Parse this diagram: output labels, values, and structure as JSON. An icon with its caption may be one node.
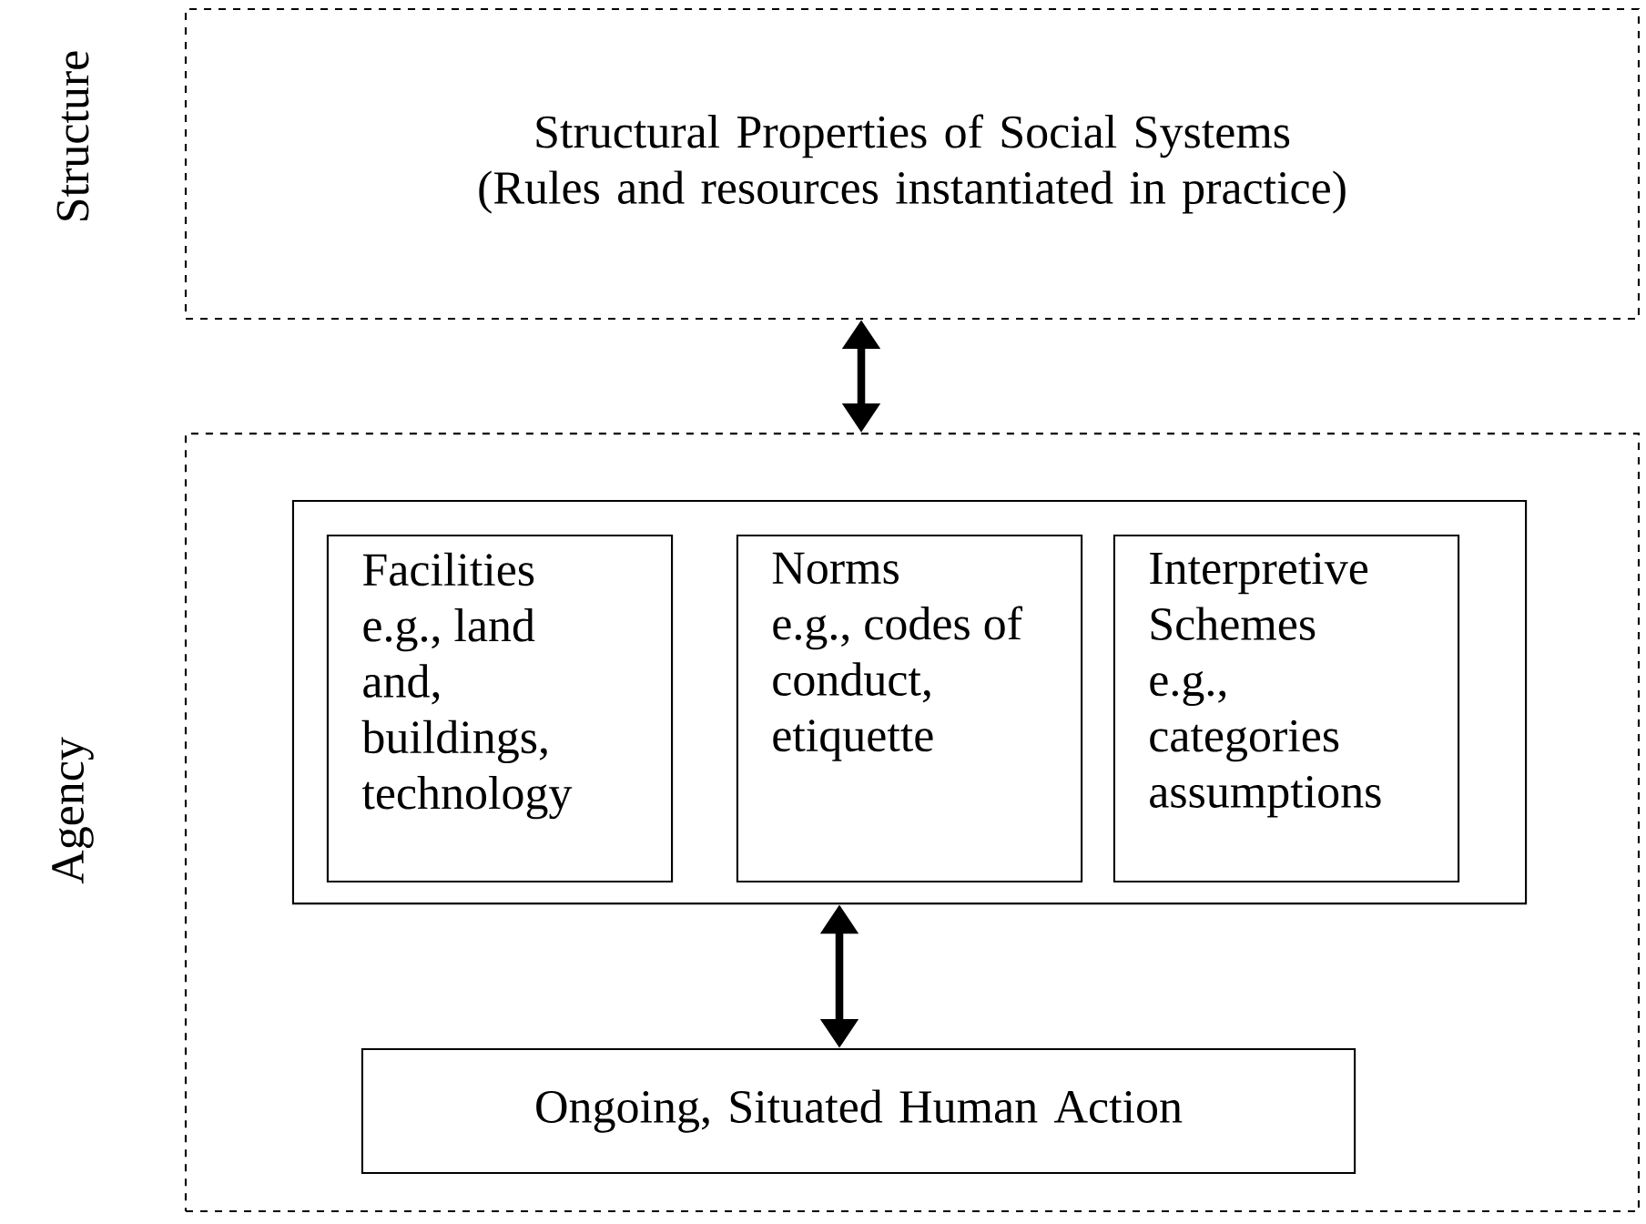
{
  "diagram": {
    "nodes": [
      {
        "text": [
          "Structure",
          "Structural Properties of Social Systems (Rules and resources instantiated in practice)"
        ]
      },
      {
        "text": [
          "Agency"
        ]
      },
      {
        "text": [],
        "shape": "box",
        "in": 1
      },
      {
        "text": [
          "Facilities",
          "e.g., land and, buildings, technology"
        ],
        "in": 2
      },
      {
        "text": [
          "Norms",
          "e.g., codes of conduct, etiquette"
        ],
        "in": 2
      },
      {
        "text": [
          "Interpretive Schemes",
          "e.g., categories assumptions"
        ],
        "in": 2
      },
      {
        "text": [
          "Ongoing, Situated Human Action"
        ],
        "in": 1
      }
    ],
    "edges": [
      {
        "from": 0,
        "to": 1,
        "arrow": "both"
      },
      {
        "from": 2,
        "to": 6,
        "arrow": "both"
      }
    ]
  }
}
